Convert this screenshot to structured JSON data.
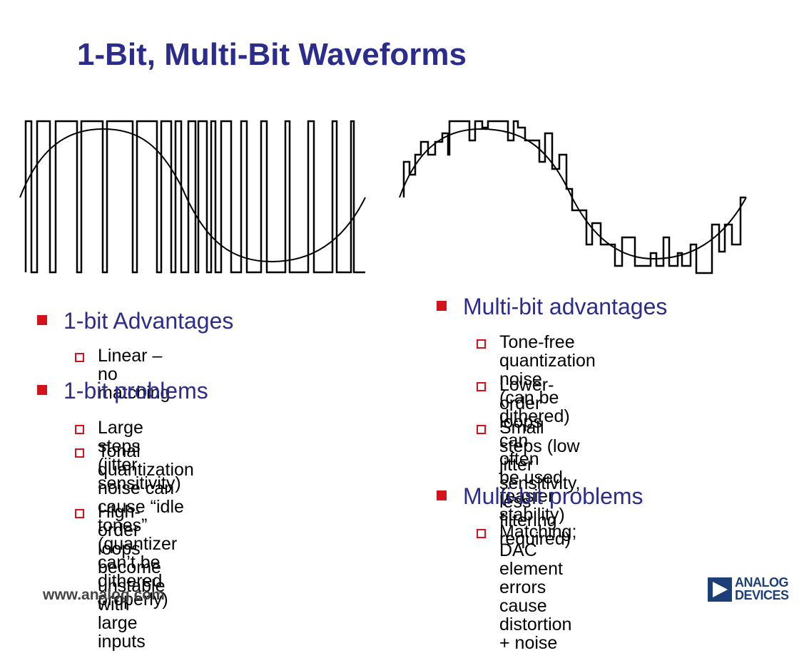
{
  "title": "1-Bit, Multi-Bit Waveforms",
  "left": {
    "sections": [
      {
        "heading": "1-bit Advantages",
        "items": [
          "Linear – no matching"
        ]
      },
      {
        "heading": "1-bit problems",
        "items": [
          "Large steps (jitter sensitivity)",
          "Tonal quantization noise can\ncause “idle tones” (quantizer\ncan’t be dithered properly)",
          "High-order loops become\nunstable with large inputs"
        ]
      }
    ]
  },
  "right": {
    "sections": [
      {
        "heading": "Multi-bit advantages",
        "items": [
          "Tone-free quantization noise\n(can be dithered)",
          "Lower-order loops can often\nbe used (easier stability)",
          "Small steps (low jitter\nsensitivity, less filtering\nrequired)"
        ]
      },
      {
        "heading": "Multi-bit problems",
        "items": [
          "Matching; DAC element errors\ncause distortion + noise"
        ]
      }
    ]
  },
  "footer": {
    "url": "www.analog.com",
    "logo_text": "ANALOG\nDEVICES"
  },
  "colors": {
    "title": "#2b2c8c",
    "bullet": "#d3121b",
    "logo": "#1c3f78"
  }
}
